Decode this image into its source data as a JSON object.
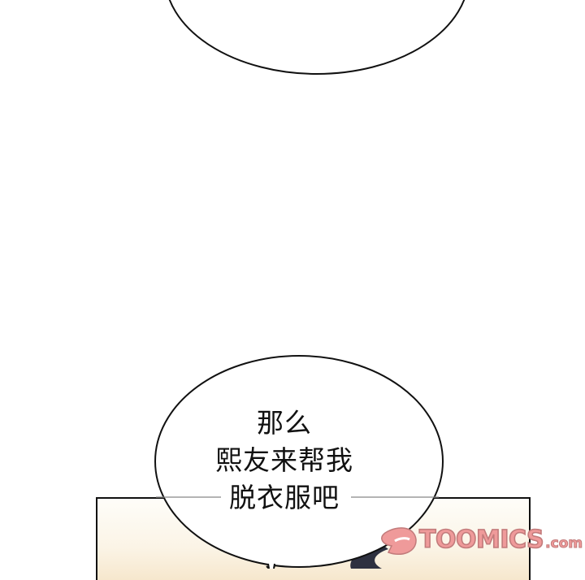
{
  "speech_bubbles": [
    {
      "id": "top-bubble",
      "lines": []
    },
    {
      "id": "main-bubble",
      "lines": [
        "那么",
        "熙友来帮我",
        "脱衣服吧"
      ]
    }
  ],
  "watermark": {
    "brand": "TOOMICS",
    "domain": ".com",
    "color": "#ef9a9a"
  },
  "colors": {
    "background": "#ffffff",
    "outline": "#111111",
    "panel_bg_top": "#fefdf9",
    "panel_bg_bottom": "#f6e7cd",
    "hair": "#2e3140"
  }
}
